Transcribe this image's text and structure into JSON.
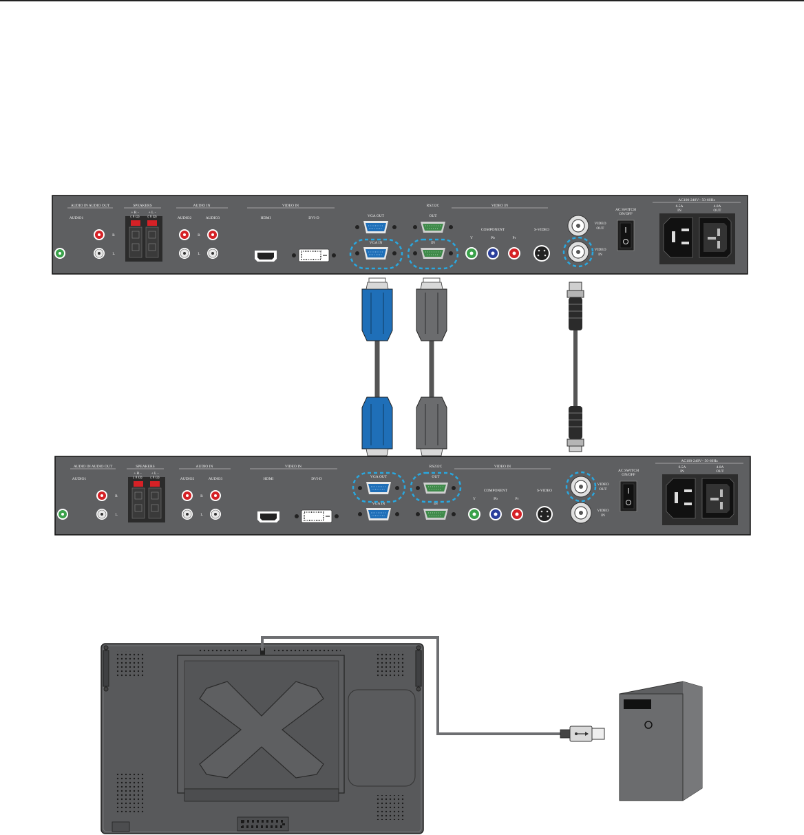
{
  "colors": {
    "panel": "#5e5f61",
    "panel_border": "#1a1a1a",
    "highlight": "#29a8e0",
    "vga_blue": "#1f6fb8",
    "serial_green": "#3f8a4a",
    "cable_gray": "#6d6e71",
    "led_red": "#d52126",
    "rca_green": "#3aa14a",
    "rca_blue": "#2b3f9c"
  },
  "panel_top": {
    "hdr_audio_in_out": "AUDIO IN  AUDIO OUT",
    "hdr_speakers": "SPEAKERS",
    "hdr_audio_in": "AUDIO IN",
    "hdr_video_in": "VIDEO IN",
    "hdr_rs232c": "RS232C",
    "hdr_video_in2": "VIDEO IN",
    "hdr_ac": "AC100-240V~ 50-60Hz",
    "audio1": "AUDIO1",
    "spk_r": "+ R -",
    "spk_r_ohm": "( 8 Ω)",
    "spk_l": "+ L -",
    "spk_l_ohm": "( 8 Ω)",
    "audio2": "AUDIO2",
    "audio3": "AUDIO3",
    "r": "R",
    "l": "L",
    "hdmi": "HDMI",
    "dvid": "DVI-D",
    "vga_out": "VGA OUT",
    "vga_in": "VGA IN",
    "rs_out": "OUT",
    "rs_in": "IN",
    "component": "COMPONENT",
    "y": "Y",
    "pb": "Pb",
    "pr": "Pr",
    "svideo": "S-VIDEO",
    "video_out_1": "VIDEO",
    "video_out_2": "OUT",
    "video_in_1": "VIDEO",
    "video_in_2": "IN",
    "ac_switch_1": "AC SWITCH",
    "ac_switch_2": "ON/OFF",
    "amp_in": "6.5A",
    "amp_in_lbl": "IN",
    "amp_out": "4.0A",
    "amp_out_lbl": "OUT",
    "switch_on": "I",
    "switch_off": "O"
  }
}
